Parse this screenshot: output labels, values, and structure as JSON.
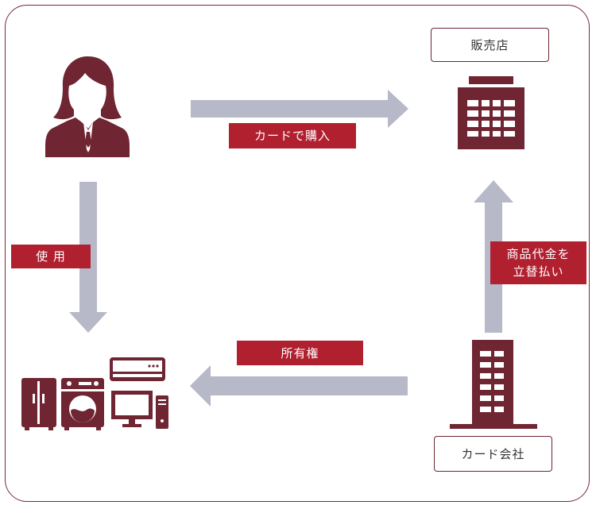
{
  "nodes": {
    "store": {
      "label": "販売店"
    },
    "card_company": {
      "label": "カード会社"
    }
  },
  "edges": {
    "purchase": {
      "label": "カードで購入"
    },
    "use": {
      "label": "使 用"
    },
    "ownership": {
      "label": "所有権"
    },
    "payment": {
      "line1": "商品代金を",
      "line2": "立替払い"
    }
  },
  "colors": {
    "accent": "#6f2532",
    "label_bg": "#b0202f",
    "arrow": "#b7b8c8"
  }
}
